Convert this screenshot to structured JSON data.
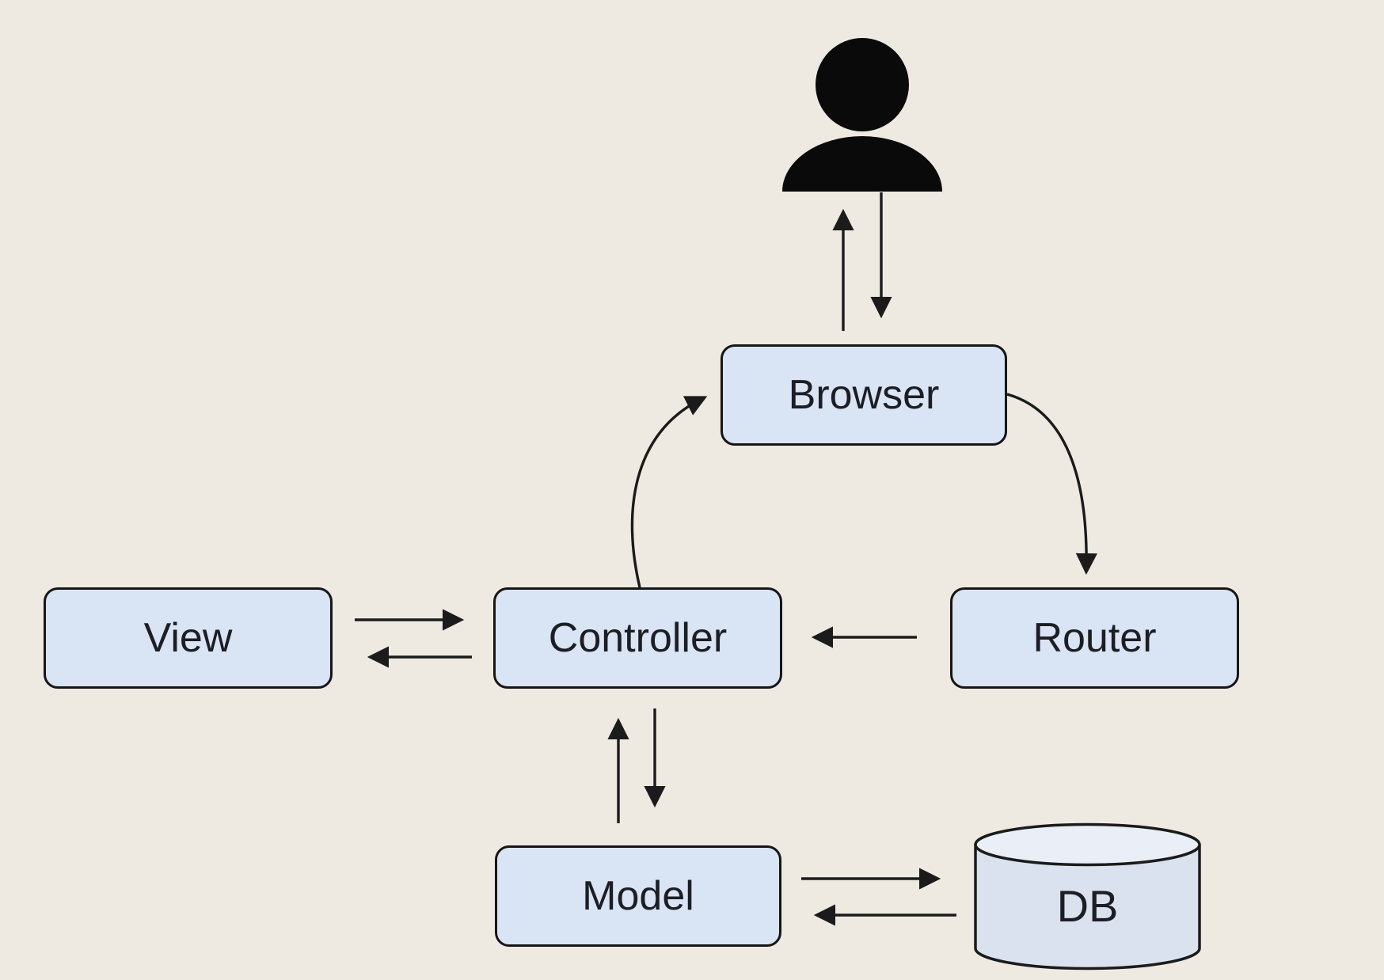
{
  "diagram": {
    "type": "flowchart",
    "nodes": [
      {
        "id": "user",
        "label": "",
        "shape": "person-icon"
      },
      {
        "id": "browser",
        "label": "Browser",
        "shape": "rounded-rect"
      },
      {
        "id": "view",
        "label": "View",
        "shape": "rounded-rect"
      },
      {
        "id": "controller",
        "label": "Controller",
        "shape": "rounded-rect"
      },
      {
        "id": "router",
        "label": "Router",
        "shape": "rounded-rect"
      },
      {
        "id": "model",
        "label": "Model",
        "shape": "rounded-rect"
      },
      {
        "id": "db",
        "label": "DB",
        "shape": "cylinder"
      }
    ],
    "edges": [
      {
        "from": "browser",
        "to": "user"
      },
      {
        "from": "user",
        "to": "browser"
      },
      {
        "from": "controller",
        "to": "browser"
      },
      {
        "from": "browser",
        "to": "router"
      },
      {
        "from": "router",
        "to": "controller"
      },
      {
        "from": "view",
        "to": "controller"
      },
      {
        "from": "controller",
        "to": "view"
      },
      {
        "from": "model",
        "to": "controller"
      },
      {
        "from": "controller",
        "to": "model"
      },
      {
        "from": "model",
        "to": "db"
      },
      {
        "from": "db",
        "to": "model"
      }
    ],
    "colors": {
      "background": "#eeeae2",
      "node_fill": "#d9e4f4",
      "node_border": "#161616",
      "arrow": "#1b1b1b",
      "icon": "#0a0a0a",
      "cylinder_body": "#dae2f0",
      "cylinder_top": "#e9eef7",
      "label_text": "#1c1e24"
    }
  }
}
